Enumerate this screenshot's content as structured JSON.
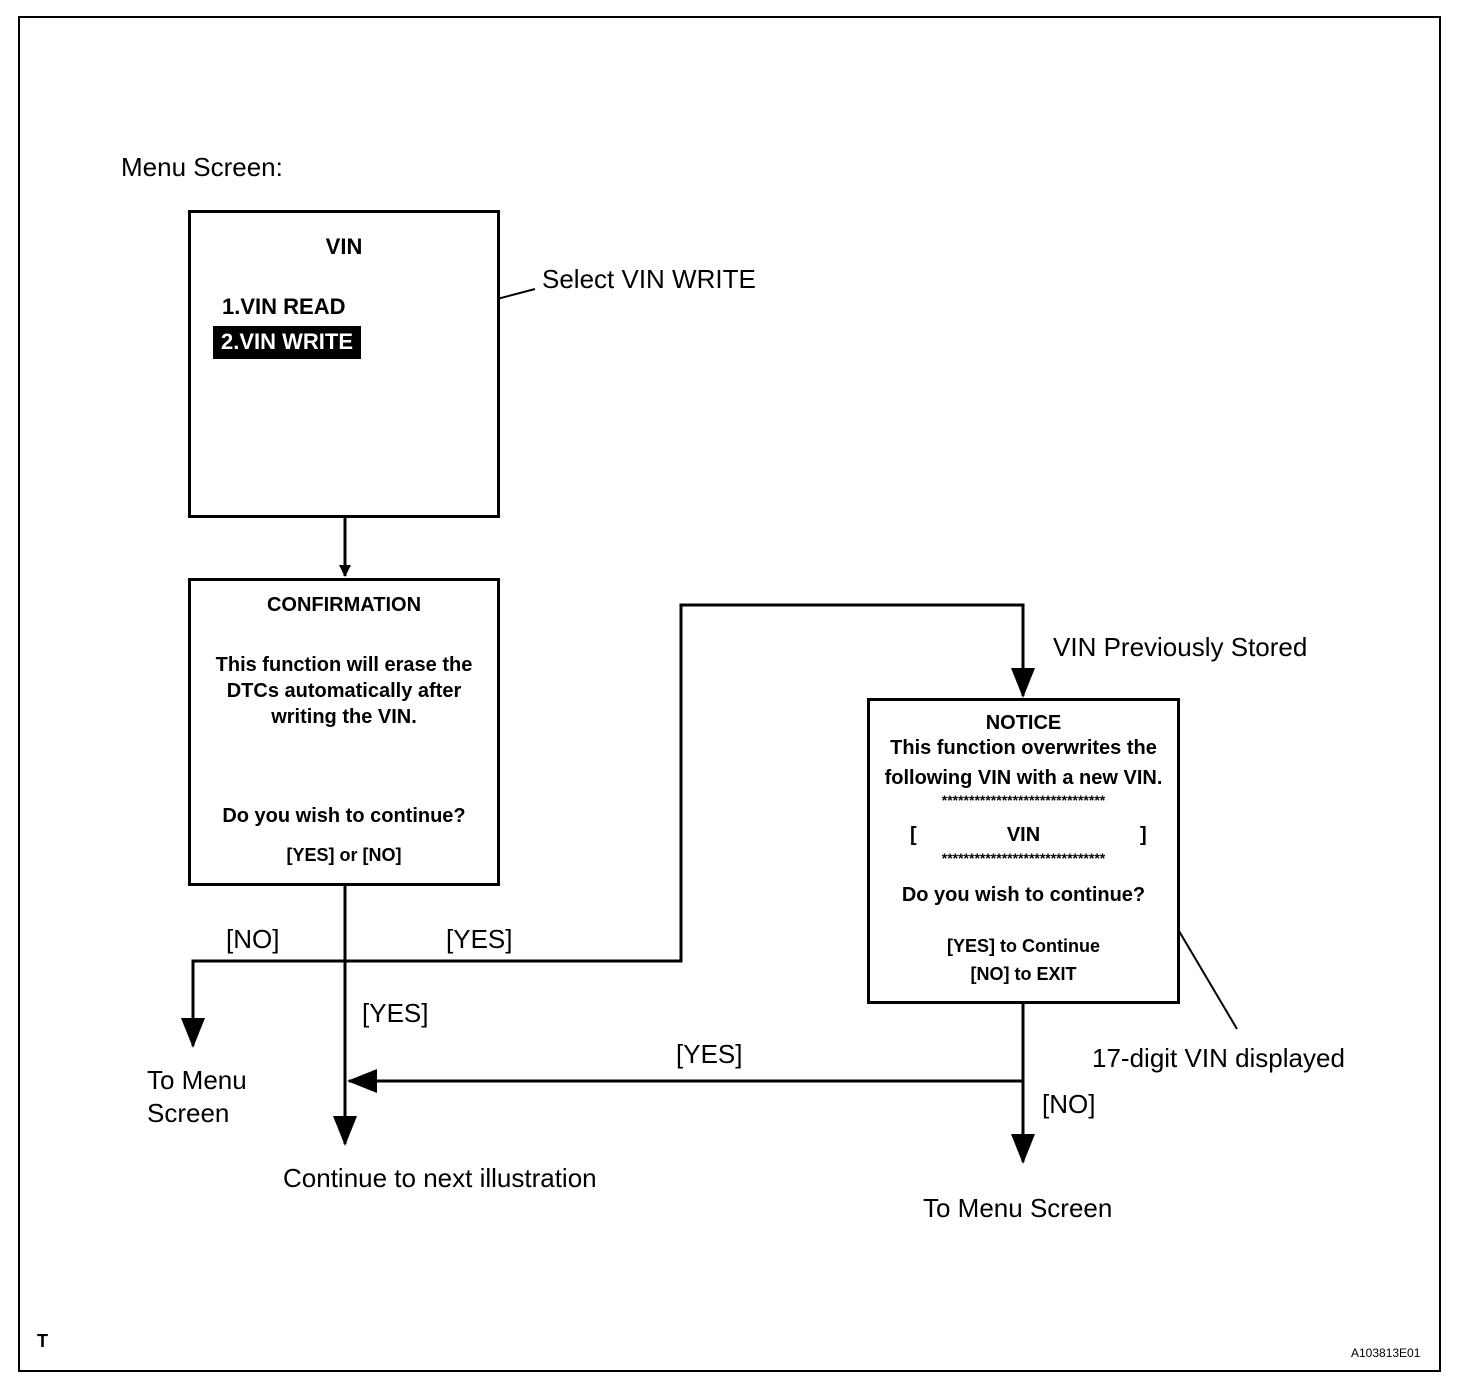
{
  "menu_label": "Menu Screen:",
  "vin_box": {
    "title": "VIN",
    "item1": "1.VIN READ",
    "item2": "2.VIN WRITE"
  },
  "select_note": "Select VIN WRITE",
  "confirm_box": {
    "title": "CONFIRMATION",
    "line1": "This function will erase the",
    "line2": "DTCs automatically after",
    "line3": "writing the VIN.",
    "question": "Do you wish to continue?",
    "options": "[YES] or [NO]"
  },
  "notice_box": {
    "title": "NOTICE",
    "line1": "This function overwrites the",
    "line2": "following VIN with a new VIN.",
    "stars_top": "******************************",
    "bracket_left": "[",
    "vin": "VIN",
    "bracket_right": "]",
    "stars_bottom": "******************************",
    "question": "Do you wish to continue?",
    "opt_yes": "[YES] to Continue",
    "opt_no": "[NO] to EXIT"
  },
  "labels": {
    "vin_previously_stored": "VIN Previously Stored",
    "no_left": "[NO]",
    "yes_right": "[YES]",
    "yes_down": "[YES]",
    "yes_bottom": "[YES]",
    "no_bottom": "[NO]",
    "to_menu_left_1": "To Menu",
    "to_menu_left_2": "Screen",
    "continue_next": "Continue to next illustration",
    "to_menu_right": "To Menu Screen",
    "vin_displayed": "17-digit VIN displayed"
  },
  "corner_mark": "T",
  "figure_code": "A103813E01"
}
